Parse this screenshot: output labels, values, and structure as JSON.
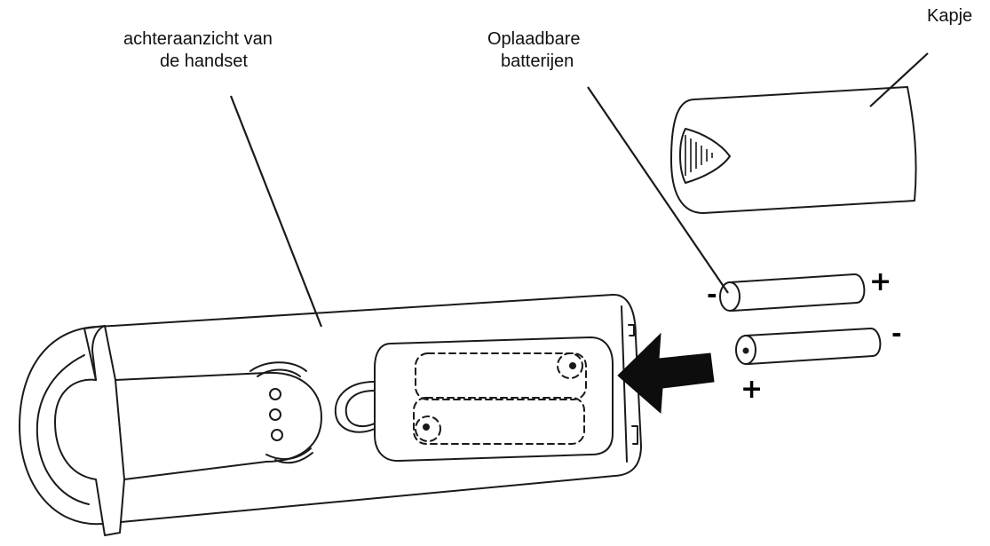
{
  "labels": {
    "handset_back_line1": "achteraanzicht van",
    "handset_back_line2": "de handset",
    "batteries_line1": "Oplaadbare",
    "batteries_line2": "batterijen",
    "cover": "Kapje"
  },
  "battery_top": {
    "left_polarity": "-",
    "right_polarity": "+"
  },
  "battery_bottom": {
    "left_polarity": "+",
    "right_polarity": "-"
  },
  "colors": {
    "line": "#1a1a1a",
    "fill": "#ffffff",
    "arrow": "#0d0d0d"
  },
  "icons": [
    "insert-arrow-icon",
    "grip-icon"
  ]
}
